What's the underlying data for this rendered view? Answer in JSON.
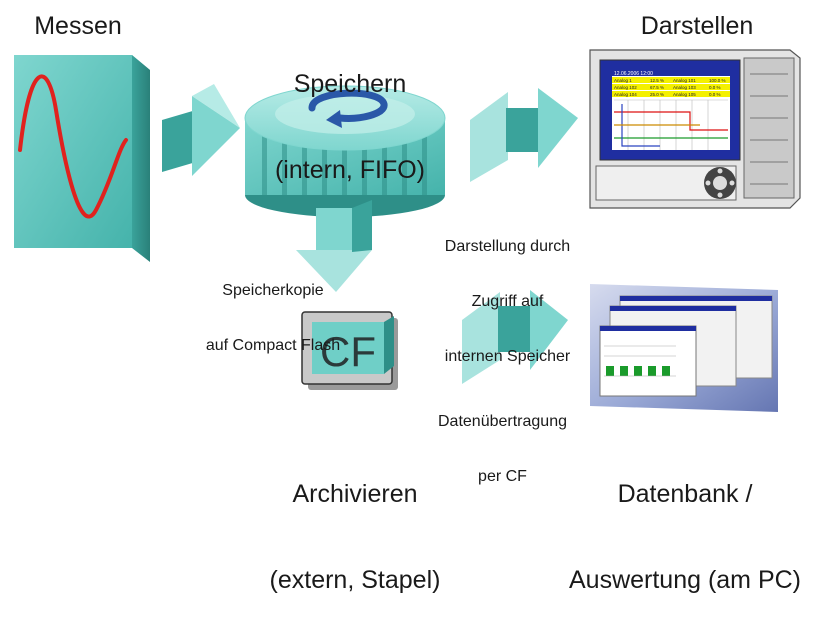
{
  "stages": {
    "measure": {
      "title": "Messen"
    },
    "store": {
      "title": "Speichern",
      "subtitle": "(intern, FIFO)"
    },
    "display": {
      "title": "Darstellen"
    },
    "archive": {
      "title": "Archivieren",
      "subtitle": "(extern, Stapel)"
    },
    "database": {
      "title": "Datenbank /",
      "subtitle": "Auswertung (am PC)"
    }
  },
  "annotations": {
    "copy": [
      "Speicherkopie",
      "auf Compact Flash"
    ],
    "access": [
      "Darstellung durch",
      "Zugriff auf",
      "internen Speicher"
    ],
    "transfer": [
      "Datenübertragung",
      "per CF"
    ]
  },
  "cf_card": {
    "text": "CF"
  },
  "recorder_screen": {
    "date": "12.06.2006 12:00",
    "rows": [
      [
        "Analog 1",
        "12.5 %",
        "Analog 101",
        "100.0 %"
      ],
      [
        "Analog 102",
        "67.5 %",
        "Analog 103",
        "0.0 %"
      ],
      [
        "Analog 104",
        "25.0 %",
        "Analog 105",
        "0.0 %"
      ]
    ]
  },
  "colors": {
    "teal": "#5ec6bf",
    "teal_dark": "#2e8f88",
    "teal_light": "#a8e3de",
    "sine": "#e0221e",
    "disk_arrow": "#2a58a8",
    "pc_bg": "#8fa0d0"
  }
}
